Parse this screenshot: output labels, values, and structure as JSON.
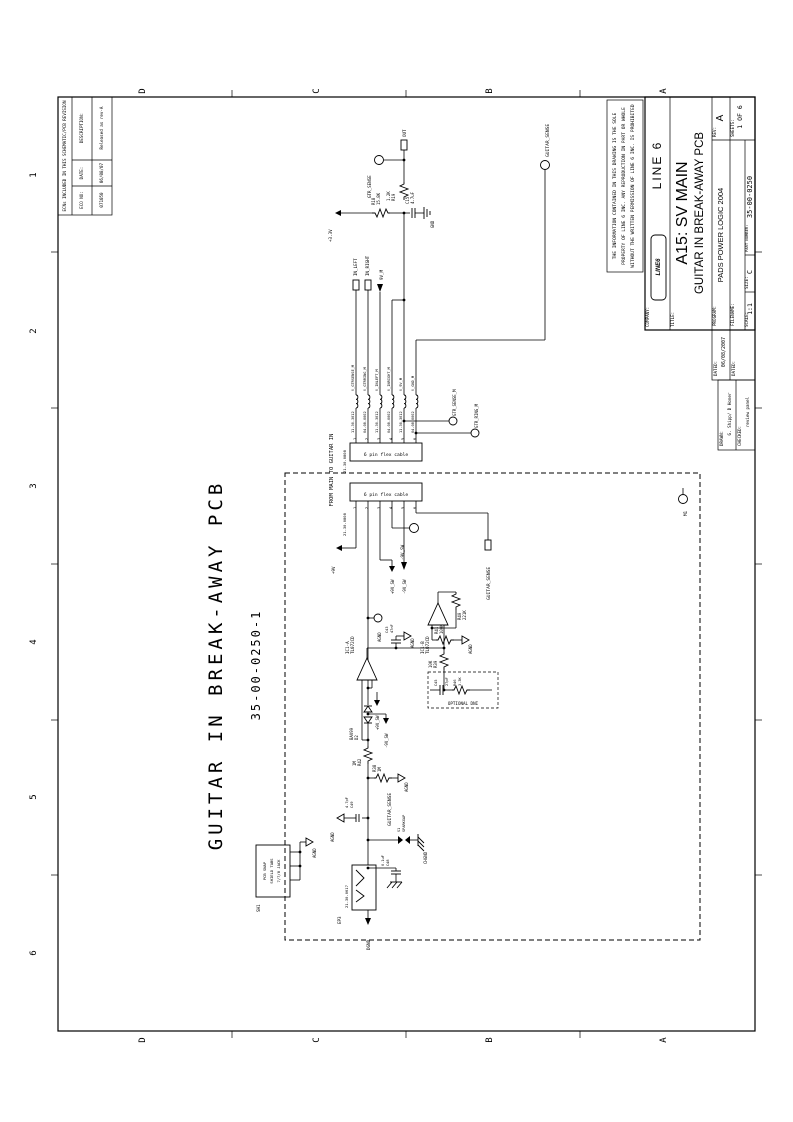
{
  "sheet": {
    "zone_letters": [
      "D",
      "C",
      "B",
      "A"
    ],
    "zone_numbers": [
      "1",
      "2",
      "3",
      "4",
      "5",
      "6"
    ]
  },
  "revision_table": {
    "title": "ECNs INCLUDED IN THIS SCHEMATIC/PCB REVISION",
    "description_label": "DESCRIPTION:",
    "date_label": "DATE:",
    "eco_label": "ECO NO:",
    "description": "Released as rev-A",
    "date": "06/08/07",
    "eco": "071050"
  },
  "title_block": {
    "disclaimer_line1": "THE INFORMATION CONTAINED IN THIS DRAWING IS THE SOLE",
    "disclaimer_line2": "PROPERTY OF LINE 6 INC.  ANY REPRODUCTION IN PART OR WHOLE",
    "disclaimer_line3": "WITHOUT THE WRITTEN PERMISSION OF LINE 6 INC. IS PROHIBITED",
    "company_label": "COMPANY:",
    "logo_text": "LINE6",
    "company_name": "LINE 6",
    "title_label": "TITLE:",
    "title_line1": "A15: SV MAIN",
    "title_line2": "GUITAR IN BREAK-AWAY PCB",
    "rev_label": "REV:",
    "rev": "A",
    "sheets_label": "SHEETS:",
    "sheets": "1 OF 6",
    "program_label": "PROGRAM:",
    "program": "PADS POWER LOGIC 2004",
    "filename_label": "FILENAME:",
    "part_number_label": "PART NUMBER:",
    "part_number": "35-00-0250",
    "size_label": "SIZE:",
    "size": "C",
    "scale_label": "SCALE:",
    "scale": "1:1",
    "dated1_label": "DATED:",
    "dated1": "06/08/2007",
    "dated2_label": "DATED:",
    "drawn_label": "DRAWN:",
    "drawn": "G. Shipp/ D Honer",
    "checked_label": "CHECKED:",
    "checked": "review panel"
  },
  "schematic": {
    "breakaway_title": "GUITAR IN BREAK-AWAY PCB",
    "breakaway_part": "35-00-0250-1",
    "from_main_label": "FROM MAIN TO GUITAR IN",
    "connector_body": "6 pin flex cable",
    "connector_upper_part": "21-30-0808",
    "connector_lower_part": "21-30-0808",
    "pin_numbers": [
      "1",
      "2",
      "3",
      "4",
      "5",
      "6"
    ],
    "beads": {
      "parts": [
        "11-30-3012",
        "04-08-0002",
        "11-30-3012",
        "04-08-0002",
        "11-30-3012",
        "04-08-0002"
      ],
      "nets": [
        "V_GTRSENSE_M",
        "V_GTRRING_M",
        "V_INLEFT_M",
        "V_INRIGHT_M",
        "V_9V_M",
        "V_GND_M"
      ]
    },
    "labels": {
      "in_left": "IN_LEFT",
      "in_right": "IN_RIGHT",
      "v9_m": "9V_M",
      "out_tag": "OUT",
      "gtr_sense_tp": "GTR_SENSE",
      "guitar_sense_tp": "GUITAR_SENSE",
      "r18_ref": "R18",
      "r18_val": "15.8K",
      "r19_ref": "R19",
      "r19_val": "1.2K",
      "c15_ref": "C15",
      "c15_val": "4.7uF",
      "gnd": "GND",
      "p3v3": "+3.3V",
      "tp_m1": "GTR_SENSE_M",
      "tp_m2": "GTR_RING_M",
      "p9v": "+9V",
      "p9v_sw": "+9V_SW",
      "n9v_sw": "-9V_SW",
      "agnd": "AGND",
      "guitar_sense_tag": "GUITAR_SENSE",
      "ic1b_ref": "IC1-B",
      "ic1b_part": "TL072CD",
      "ic1a_ref": "IC1-A",
      "ic1a_part": "TL072CD",
      "r40_ref": "R40",
      "r40_val": "221K",
      "r41_ref": "R41",
      "r41_val": "100K",
      "r39_ref": "R39",
      "r39_val": "10K",
      "c45_ref": "C45",
      "c45_val": "27pF",
      "r46_ref": "R46",
      "r46_val": "3.3K",
      "dni_note": "OPTIONAL DNI",
      "c43_ref": "C43",
      "c43_val": "47nF",
      "d2_ref": "D2",
      "d2_val": "BAV99",
      "r42_ref": "R42",
      "r42_val": "1M",
      "r38_ref": "R38",
      "r38_val": "1M",
      "guitar_sense_net": "GUITAR_SENSE",
      "c49_ref": "C49",
      "c49_val": "4.7pF",
      "c48_ref": "C48",
      "c48_val": "0.1uF",
      "s1_ref": "S1",
      "s1_val": "SPARKGAP",
      "chgnd": "CHGND",
      "dgnd": "DGND",
      "jack_part": "21-30-0617",
      "ep3": "EP3",
      "sh1_ref": "SH1",
      "sh1_line1": "PCB SNAP",
      "sh1_line2": "SHIELD TABS",
      "sh1_line3": "7/7/8 JACK",
      "m1": "M1"
    }
  }
}
